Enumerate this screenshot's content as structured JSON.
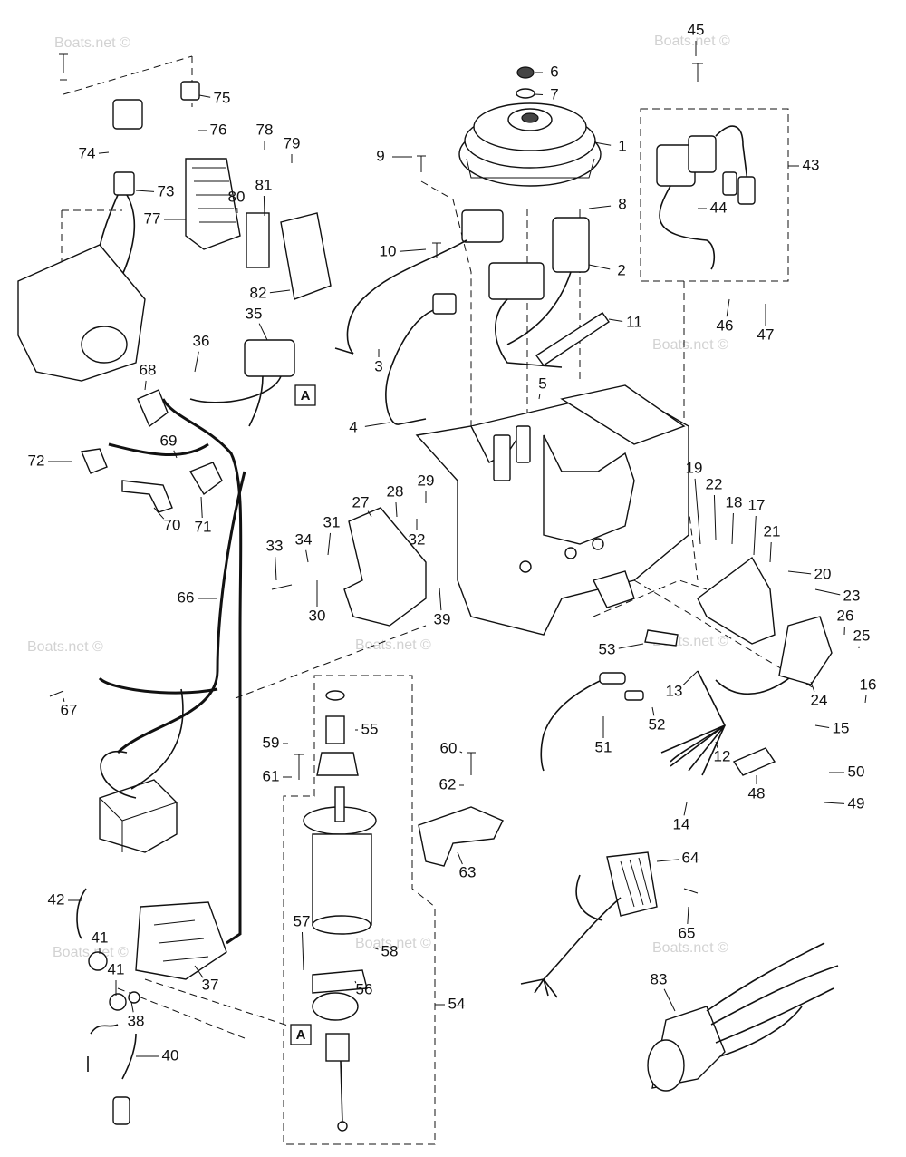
{
  "watermark": "Boats.net ©",
  "callout_box_label": "A",
  "part_numbers": [
    "1",
    "2",
    "3",
    "4",
    "5",
    "6",
    "7",
    "8",
    "9",
    "10",
    "11",
    "12",
    "13",
    "14",
    "15",
    "16",
    "17",
    "18",
    "19",
    "20",
    "21",
    "22",
    "23",
    "24",
    "25",
    "26",
    "27",
    "28",
    "29",
    "30",
    "31",
    "32",
    "33",
    "34",
    "35",
    "36",
    "37",
    "38",
    "39",
    "40",
    "41",
    "41",
    "42",
    "43",
    "44",
    "45",
    "46",
    "47",
    "48",
    "49",
    "50",
    "51",
    "52",
    "53",
    "54",
    "55",
    "56",
    "57",
    "58",
    "59",
    "60",
    "61",
    "62",
    "63",
    "64",
    "65",
    "66",
    "67",
    "68",
    "69",
    "70",
    "71",
    "72",
    "73",
    "74",
    "75",
    "76",
    "77",
    "78",
    "79",
    "80",
    "81",
    "82",
    "83"
  ]
}
